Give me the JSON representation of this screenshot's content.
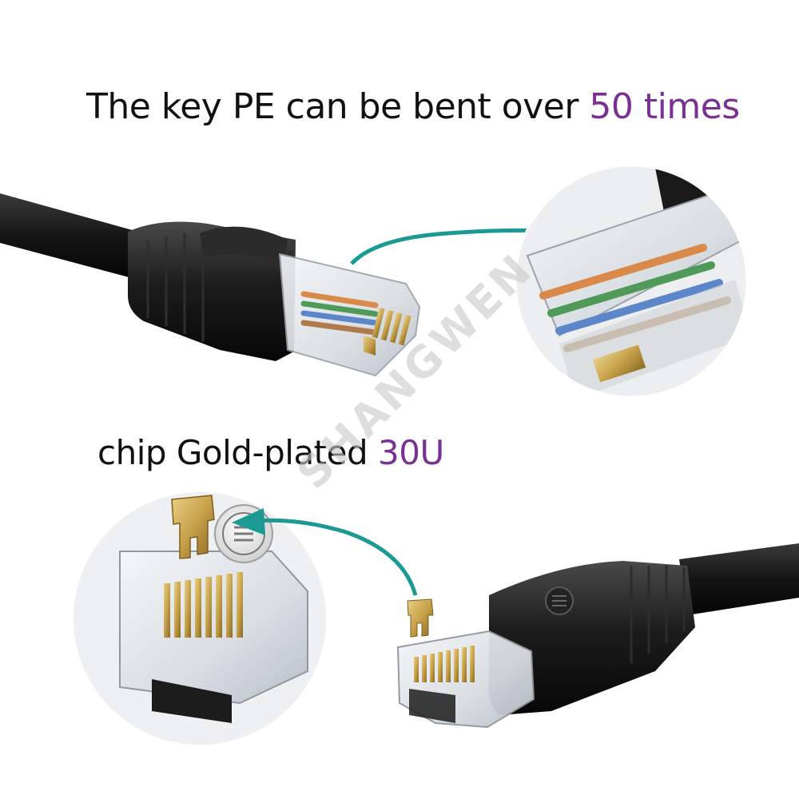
{
  "headline_top": {
    "prefix": "The key PE can be bent over",
    "highlight": "50 times"
  },
  "headline_bottom": {
    "prefix": "chip Gold-plated",
    "highlight": "30U"
  },
  "watermark": {
    "text": "SHANGWEN"
  },
  "colors": {
    "highlight_purple": "#7a2f93",
    "arrow_teal": "#1a9a93",
    "cable_black": "#111111",
    "gold_contact": "#c7a24a"
  },
  "icons": [
    "curved-arrow-icon",
    "curved-arrow-icon",
    "brand-logo-icon"
  ]
}
